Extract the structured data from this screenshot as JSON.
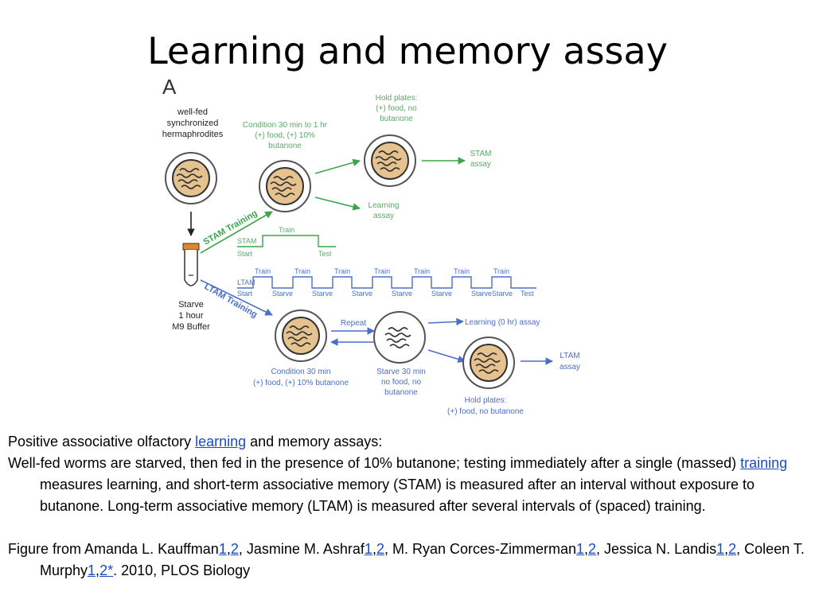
{
  "title": "Learning and memory assay",
  "figure": {
    "panel_letter": "A",
    "start_lines": [
      "well-fed",
      "synchronized",
      "hermaphrodites"
    ],
    "starve_lines": [
      "Starve",
      "1 hour",
      "M9 Buffer"
    ],
    "condition_top_lines": [
      "Condition 30 min to 1 hr",
      "(+) food, (+) 10%",
      "butanone"
    ],
    "hold_top_lines": [
      "Hold plates:",
      "(+) food, no",
      "butanone"
    ],
    "stam_assay_lines": [
      "STAM",
      "assay"
    ],
    "learning_assay_lines": [
      "Learning",
      "assay"
    ],
    "stam_training": "STAM Training",
    "ltam_training": "LTAM Training",
    "stam_timeline": {
      "name": "STAM",
      "start": "Start",
      "train": "Train",
      "test": "Test"
    },
    "ltam_timeline": {
      "name": "LTAM",
      "start": "Start",
      "train_labels": [
        "Train",
        "Train",
        "Train",
        "Train",
        "Train",
        "Train",
        "Train"
      ],
      "starve_labels": [
        "Starve",
        "Starve",
        "Starve",
        "Starve",
        "Starve",
        "Starve",
        "Starve"
      ],
      "test": "Test"
    },
    "repeat": "Repeat",
    "learning_0hr": "Learning (0 hr) assay",
    "ltam_assay_lines": [
      "LTAM",
      "assay"
    ],
    "condition_bottom_lines": [
      "Condition 30 min",
      "(+) food, (+) 10%  butanone"
    ],
    "starve30_lines": [
      "Starve 30 min",
      "no food, no",
      "butanone"
    ],
    "hold_bottom_lines": [
      "Hold plates:",
      "(+) food, no butanone"
    ],
    "colors": {
      "green": "#3aa64a",
      "blue": "#4a6fc8",
      "plate": "#e6c38e",
      "text_green": "#5aa86a",
      "text_blue": "#4a6fc8"
    }
  },
  "caption": {
    "line1_pre": "Positive associative olfactory ",
    "line1_link": "learning",
    "line1_post": " and memory assays:",
    "p2_pre": "Well-fed worms are starved, then fed in the presence of 10% butanone; testing immediately after a single (massed) ",
    "p2_link": "training",
    "p2_post": " measures learning, and short-term associative memory (STAM) is measured after an interval without exposure to butanone. Long-term associative memory (LTAM) is measured after several intervals of (spaced) training.",
    "credit": {
      "prefix": "Figure from Amanda L. Kauffman",
      "a1": "1",
      "a2": "2",
      "sep1": ", Jasmine M. Ashraf",
      "b1": "1",
      "b2": "2",
      "sep2": ", M. Ryan Corces-Zimmerman",
      "c1": "1",
      "c2": "2",
      "sep3": ", Jessica N. Landis",
      "d1": "1",
      "d2": "2",
      "sep4": ", Coleen T. Murphy",
      "e1": "1",
      "e2": "2*",
      "suffix": ". 2010, PLOS Biology"
    }
  }
}
